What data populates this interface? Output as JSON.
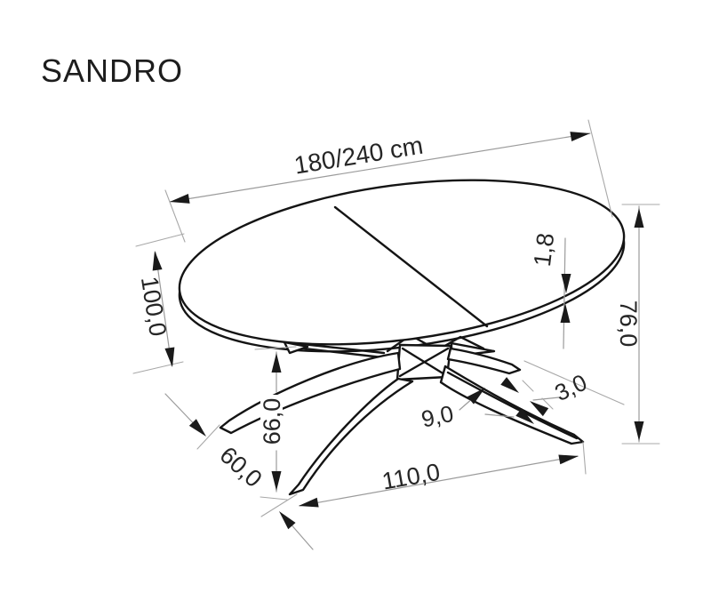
{
  "title": "SANDRO",
  "figure": "dimensioned line drawing of an extendable oval table on a four-leg pedestal base",
  "dims": {
    "length": "180/240 cm",
    "width": "100,0",
    "top_thickness": "1,8",
    "height": "76,0",
    "underside_height": "66,0",
    "base_depth": "60,0",
    "base_span": "110,0",
    "leg_face_width": "9,0",
    "leg_edge_thickness": "3,0"
  },
  "colors": {
    "outline": "#141414",
    "dimension_lines": "#9b9b9b",
    "text": "#262626",
    "background": "#ffffff"
  }
}
